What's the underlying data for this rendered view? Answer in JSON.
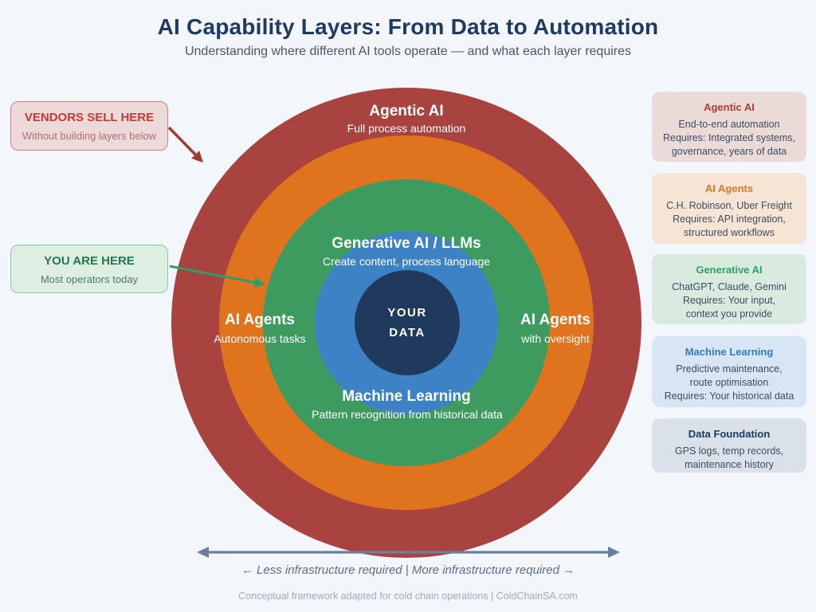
{
  "header": {
    "title": "AI Capability Layers: From Data to Automation",
    "subtitle": "Understanding where different AI tools operate — and what each layer requires"
  },
  "callouts": {
    "vendors": {
      "title": "VENDORS SELL HERE",
      "subtitle": "Without building layers below",
      "accent": "#C23B30"
    },
    "you_are_here": {
      "title": "YOU ARE HERE",
      "subtitle": "Most operators today",
      "accent": "#1F7A4E"
    }
  },
  "diagram": {
    "rings": [
      {
        "name": "Agentic AI",
        "color": "#A84340"
      },
      {
        "name": "AI Agents",
        "color": "#E0731D"
      },
      {
        "name": "Generative AI",
        "color": "#3D9B60"
      },
      {
        "name": "Machine Learning",
        "color": "#3C82C4"
      },
      {
        "name": "Your Data",
        "color": "#1F3A5C"
      }
    ],
    "labels": {
      "agentic": {
        "title": "Agentic AI",
        "subtitle": "Full process automation"
      },
      "generative": {
        "title": "Generative AI / LLMs",
        "subtitle": "Create content, process language"
      },
      "agents_left": {
        "title": "AI Agents",
        "subtitle": "Autonomous tasks"
      },
      "agents_right": {
        "title": "AI Agents",
        "subtitle": "with oversight"
      },
      "machine_learning": {
        "title": "Machine Learning",
        "subtitle": "Pattern recognition from historical data"
      },
      "core": {
        "text": "YOUR\nDATA"
      }
    }
  },
  "legend": {
    "items": [
      {
        "title": "Agentic AI",
        "body": "End-to-end automation\nRequires: Integrated systems,\ngovernance, years of data",
        "bg": "#EBDBD8",
        "title_color": "#B03A36"
      },
      {
        "title": "AI Agents",
        "body": "C.H. Robinson, Uber Freight\nRequires: API integration,\nstructured workflows",
        "bg": "#F6E4D4",
        "title_color": "#D97928"
      },
      {
        "title": "Generative AI",
        "body": "ChatGPT, Claude, Gemini\nRequires: Your input,\ncontext you provide",
        "bg": "#D9EBDE",
        "title_color": "#2FA067"
      },
      {
        "title": "Machine Learning",
        "body": "Predictive maintenance,\nroute optimisation\nRequires: Your historical data",
        "bg": "#D7E5F4",
        "title_color": "#2E7CC3"
      },
      {
        "title": "Data Foundation",
        "body": "GPS logs, temp records,\nmaintenance history",
        "bg": "#DBE1E9",
        "title_color": "#1F3A63"
      }
    ]
  },
  "footer": {
    "axis_label": "← Less infrastructure required | More infrastructure required →",
    "credit": "Conceptual framework adapted for cold chain operations | ColdChainSA.com"
  }
}
